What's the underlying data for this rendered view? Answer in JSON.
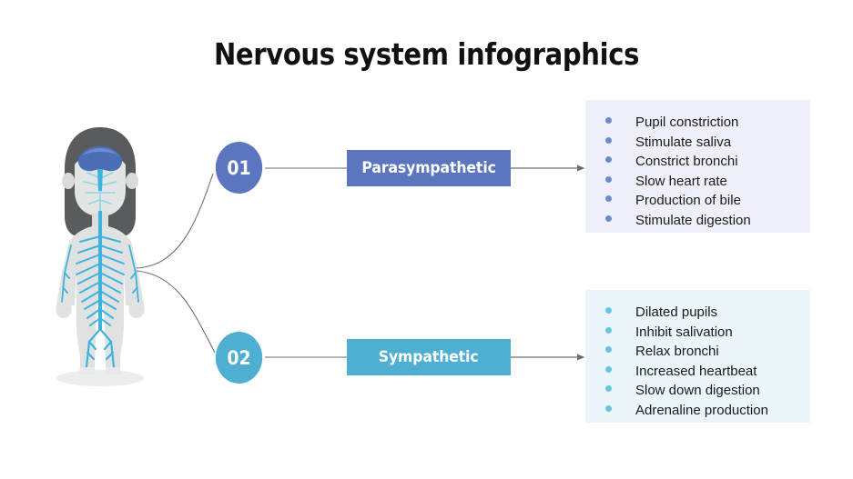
{
  "page": {
    "title": "Nervous system infographics",
    "background": "#FFFFFF"
  },
  "colors": {
    "parasympathetic": "#5B76BE",
    "sympathetic": "#4FAFD2",
    "parasympathetic_panel": "#EDF0F8",
    "sympathetic_panel": "#EAF6FA",
    "parasympathetic_bullet": "#7188C8",
    "sympathetic_bullet": "#68C3DC",
    "connector_line": "#6E6E6E",
    "body_silhouette": "#E0E2E2",
    "hair": "#595B5E",
    "brain": "#4A6FB5",
    "nerves": "#3FB3DE"
  },
  "figure": {
    "name": "human-body-nervous-system-illustration",
    "alt": "Illustration of a woman with visible brain and nervous system"
  },
  "branches": [
    {
      "number": "01",
      "label": "Parasympathetic",
      "items": [
        "Pupil constriction",
        "Stimulate saliva",
        "Constrict bronchi",
        "Slow heart rate",
        "Production of bile",
        "Stimulate digestion"
      ]
    },
    {
      "number": "02",
      "label": "Sympathetic",
      "items": [
        "Dilated pupils",
        "Inhibit salivation",
        "Relax bronchi",
        "Increased heartbeat",
        "Slow down digestion",
        "Adrenaline production"
      ]
    }
  ]
}
